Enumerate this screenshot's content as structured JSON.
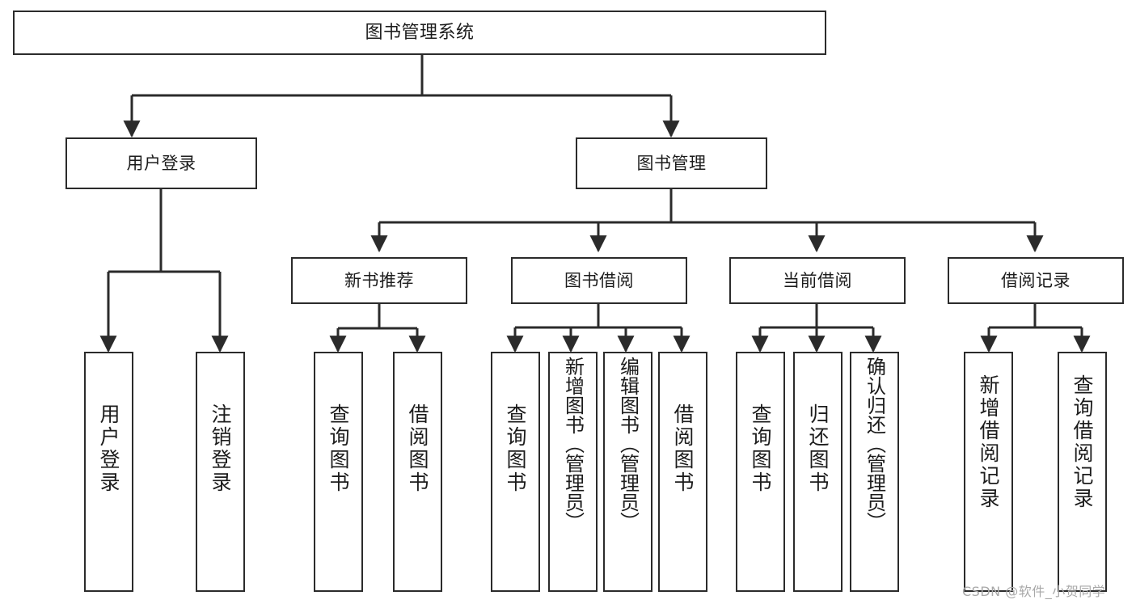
{
  "diagram": {
    "title": "图书管理系统",
    "type": "tree",
    "watermark": "CSDN @软件_小贺同学",
    "colors": {
      "stroke": "#2b2b2b",
      "fill": "#ffffff",
      "text": "#1c1c1c",
      "watermark": "#a8a8a8"
    },
    "levels": {
      "root": {
        "label": "图书管理系统"
      },
      "level2": [
        {
          "label": "用户登录"
        },
        {
          "label": "图书管理"
        }
      ],
      "level3": [
        {
          "label": "新书推荐"
        },
        {
          "label": "图书借阅"
        },
        {
          "label": "当前借阅"
        },
        {
          "label": "借阅记录"
        }
      ]
    },
    "leaves": {
      "user_login": [
        {
          "label": "用户登录"
        },
        {
          "label": "注销登录"
        }
      ],
      "new_book_recommend": [
        {
          "label": "查询图书"
        },
        {
          "label": "借阅图书"
        }
      ],
      "book_borrow": [
        {
          "label": "查询图书"
        },
        {
          "label": "新增图书（管理员）"
        },
        {
          "label": "编辑图书（管理员）"
        },
        {
          "label": "借阅图书"
        }
      ],
      "current_borrow": [
        {
          "label": "查询图书"
        },
        {
          "label": "归还图书"
        },
        {
          "label": "确认归还（管理员）"
        }
      ],
      "borrow_records": [
        {
          "label": "新增借阅记录"
        },
        {
          "label": "查询借阅记录"
        }
      ]
    }
  }
}
